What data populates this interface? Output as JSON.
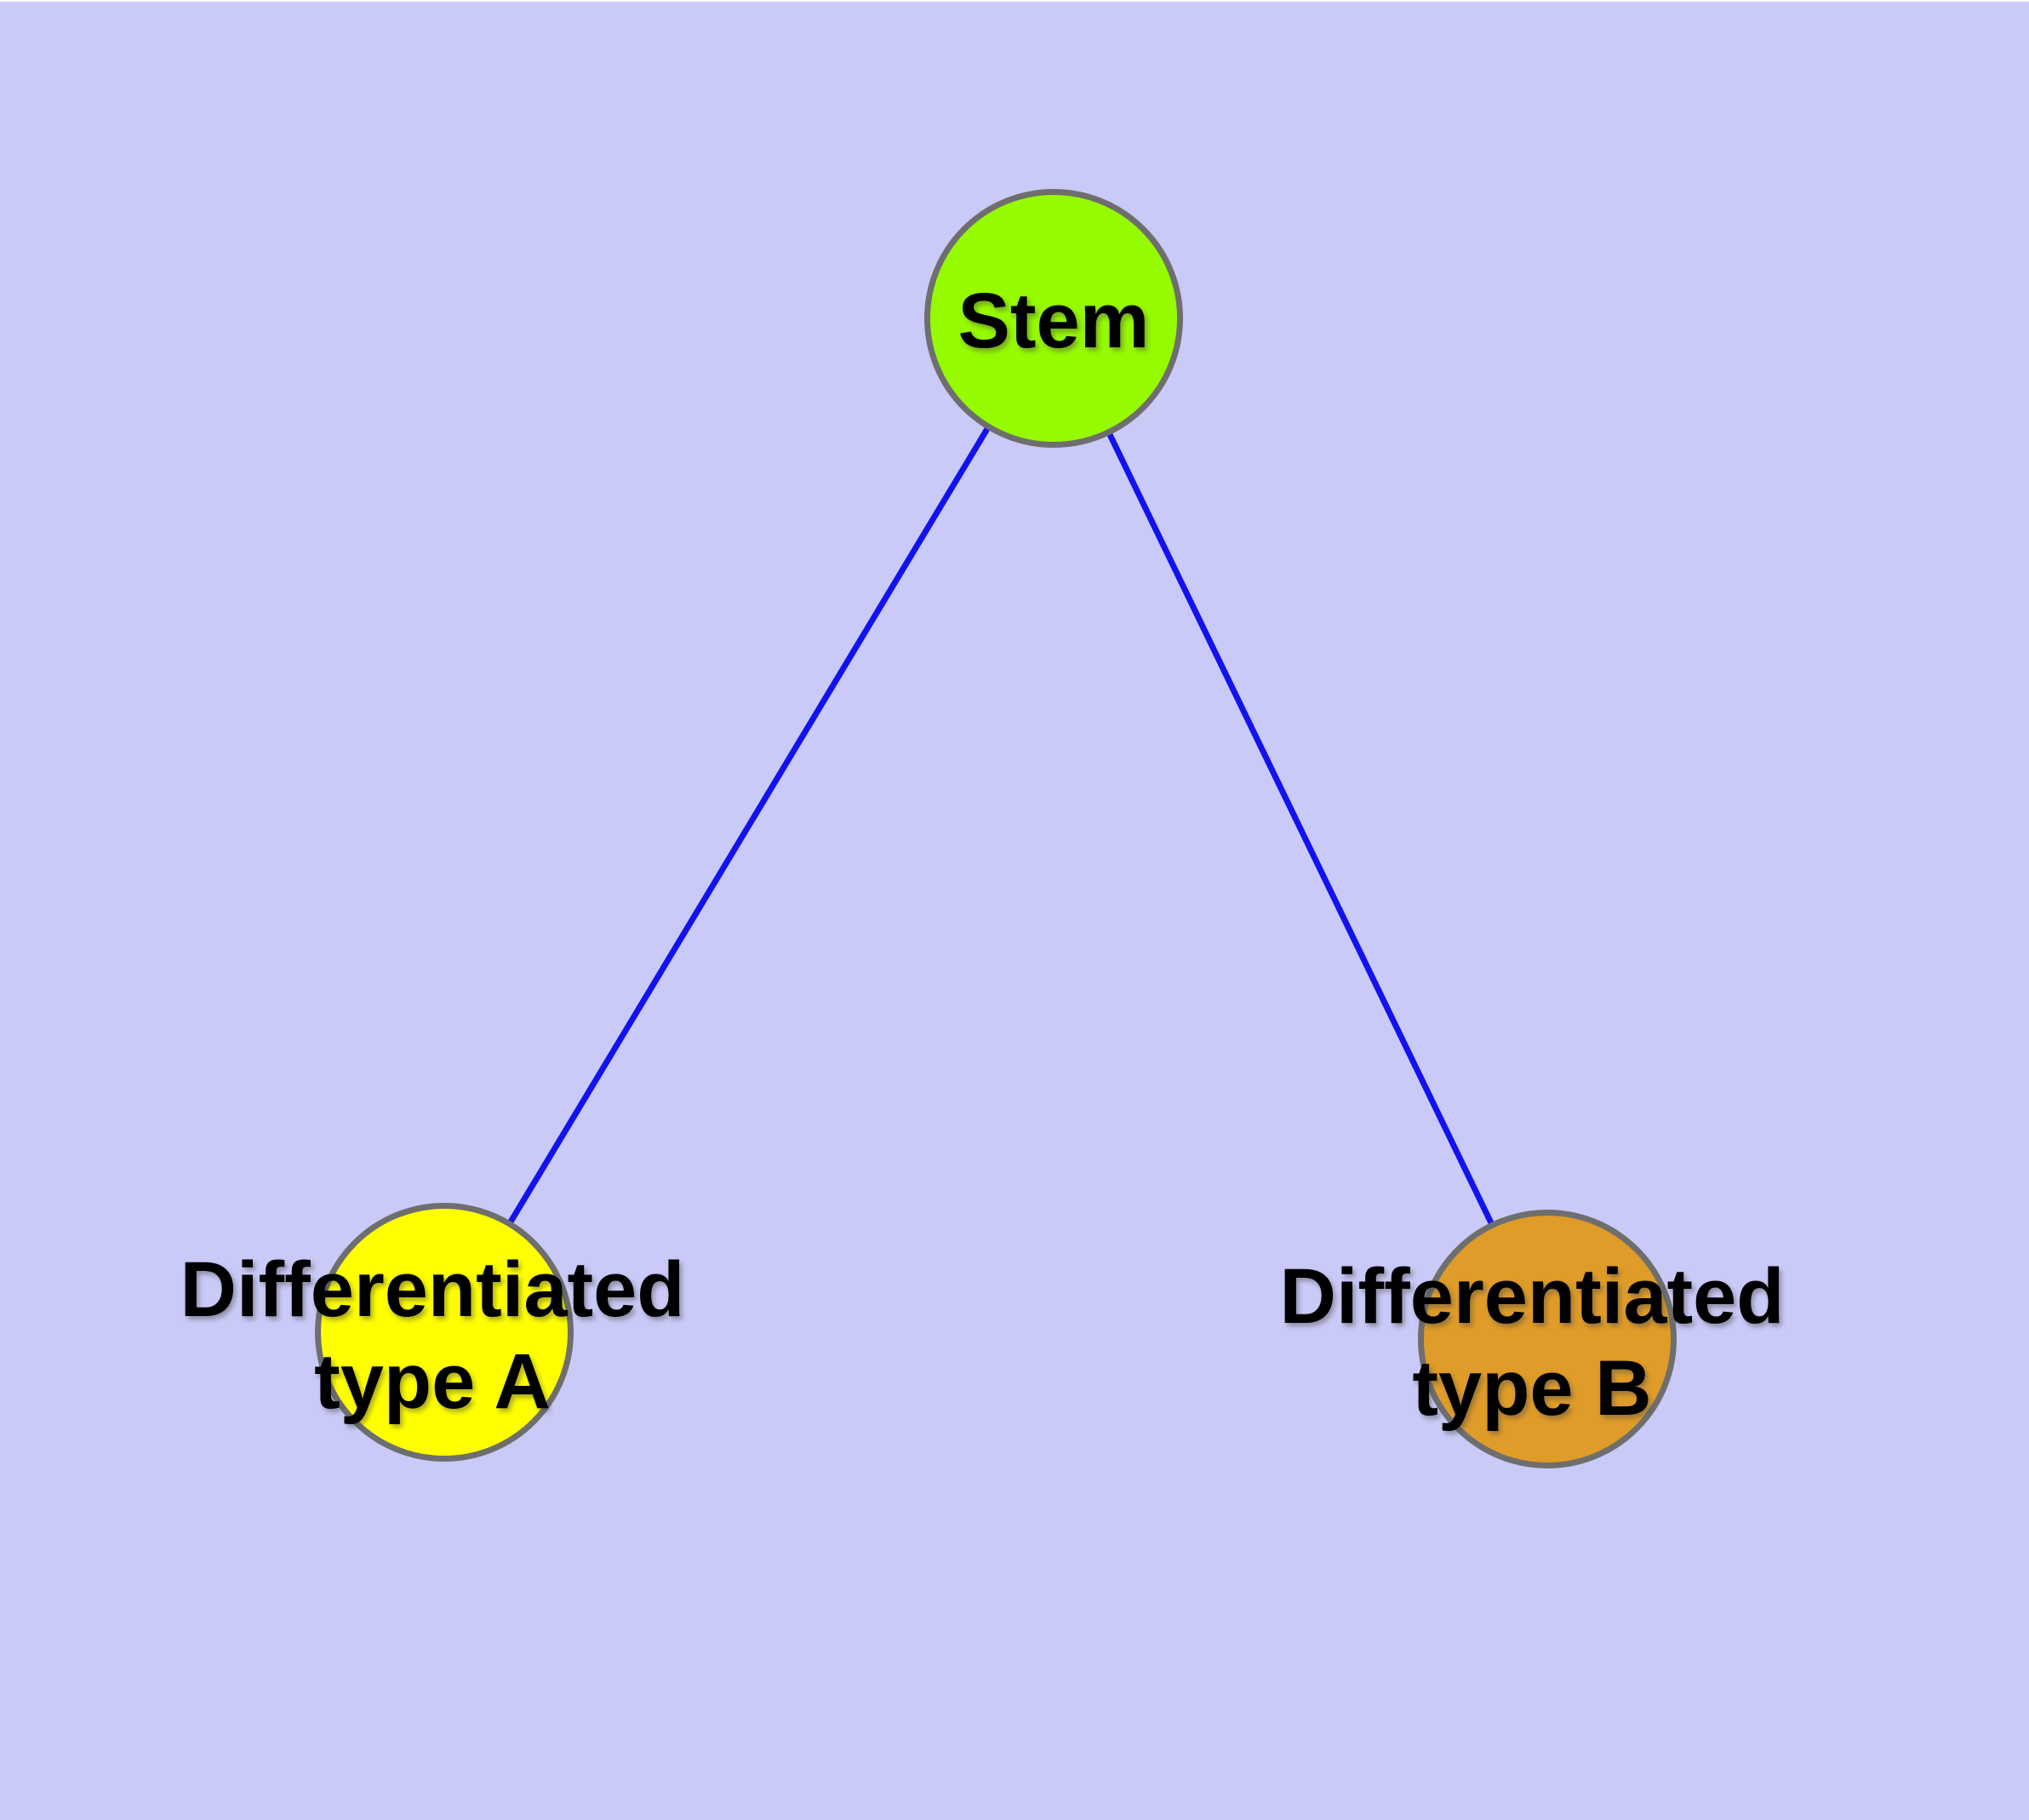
{
  "diagram": {
    "background_color": "#CACAF8",
    "edge_color": "#1212F0",
    "node_border_color": "#6E6E6E",
    "label_color": "#000000",
    "nodes": {
      "stem": {
        "label": "Stem",
        "color": "#96FA00"
      },
      "type_a": {
        "label_line1": "Differentiated",
        "label_line2": "type A",
        "color": "#FFFF00"
      },
      "type_b": {
        "label_line1": "Differentiated",
        "label_line2": "type B",
        "color": "#E09C28"
      }
    },
    "edges": [
      {
        "from": "Stem",
        "to": "Differentiated type A"
      },
      {
        "from": "Stem",
        "to": "Differentiated type B"
      }
    ]
  }
}
